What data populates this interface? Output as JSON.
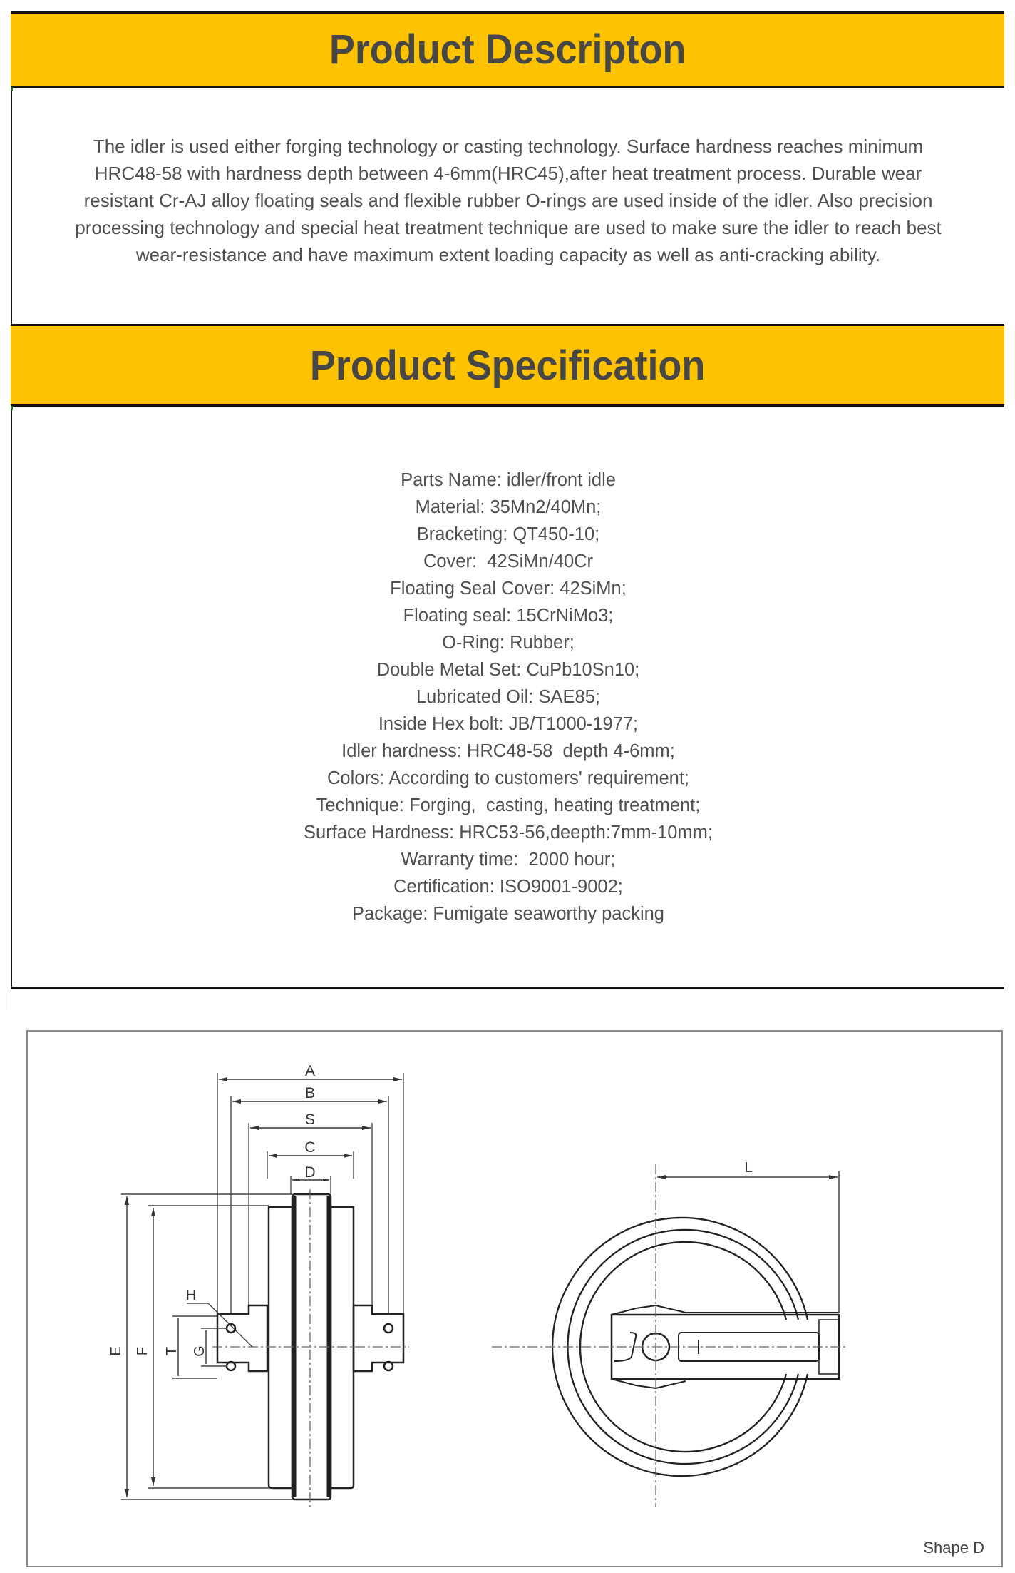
{
  "sections": {
    "description": {
      "title": "Product Descripton",
      "lines": [
        "The  idler is used either forging technology or casting technology. Surface hardness reaches minimum",
        "HRC48-58 with hardness depth between 4-6mm(HRC45),after heat treatment process. Durable wear",
        "resistant Cr-AJ alloy floating seals and flexible rubber O-rings are used inside of the idler. Also precision",
        "processing technology and special heat treatment technique are used to make sure the idler to reach best",
        "wear-resistance and have maximum extent loading capacity as well as anti-cracking ability."
      ]
    },
    "specification": {
      "title": "Product Specification",
      "items": [
        "Parts Name: idler/front idle",
        "Material: 35Mn2/40Mn;",
        "Bracketing: QT450-10;",
        "Cover:  42SiMn/40Cr",
        "Floating Seal Cover: 42SiMn;",
        "Floating seal: 15CrNiMo3;",
        "O-Ring: Rubber;",
        "Double Metal Set: CuPb10Sn10;",
        "Lubricated Oil: SAE85;",
        "Inside Hex bolt: JB/T1000-1977;",
        "Idler hardness: HRC48-58  depth 4-6mm;",
        "Colors: According to customers' requirement;",
        "Technique: Forging,  casting, heating treatment;",
        "Surface Hardness: HRC53-56,deepth:7mm-10mm;",
        "Warranty time:  2000 hour;",
        "Certification: ISO9001-9002;",
        "Package: Fumigate seaworthy packing"
      ]
    }
  },
  "drawing": {
    "dimension_labels": {
      "A": "A",
      "B": "B",
      "S": "S",
      "C": "C",
      "D": "D",
      "E": "E",
      "F": "F",
      "T": "T",
      "G": "G",
      "H": "H",
      "L": "L"
    },
    "shape_label": "Shape  D"
  },
  "colors": {
    "band": "#fdc200",
    "title_text": "#474747",
    "body_text": "#505050"
  }
}
